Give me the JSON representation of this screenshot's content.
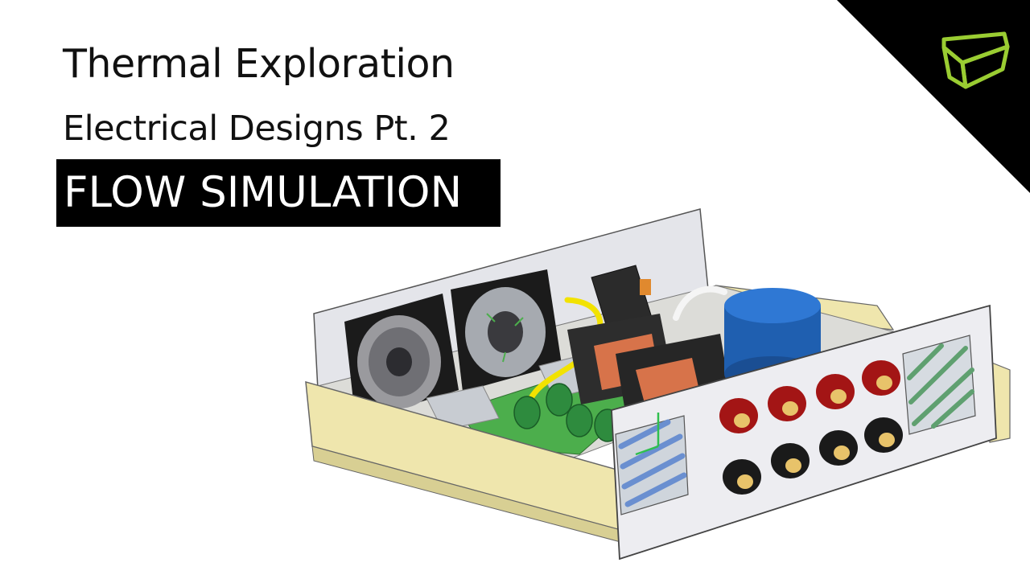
{
  "title": {
    "line1": "Thermal Exploration",
    "line2": "Electrical Designs Pt. 2",
    "badge": "FLOW SIMULATION"
  },
  "brand": {
    "icon": "cube-logo-icon",
    "accent_color": "#9acd32",
    "corner_color": "#000000"
  },
  "illustration": {
    "subject": "power-supply-enclosure",
    "colors": {
      "housing": "#efe6ad",
      "panel": "#ececf0",
      "fan": "#1b1b1b",
      "capacitor": "#1f5fb0",
      "transformer": "#d7734a",
      "terminal_red": "#a31515",
      "terminal_black": "#1a1a1a",
      "pcb": "#4cae4c",
      "heatsink": "#c8ccd2",
      "wire": "#f2e200"
    }
  }
}
